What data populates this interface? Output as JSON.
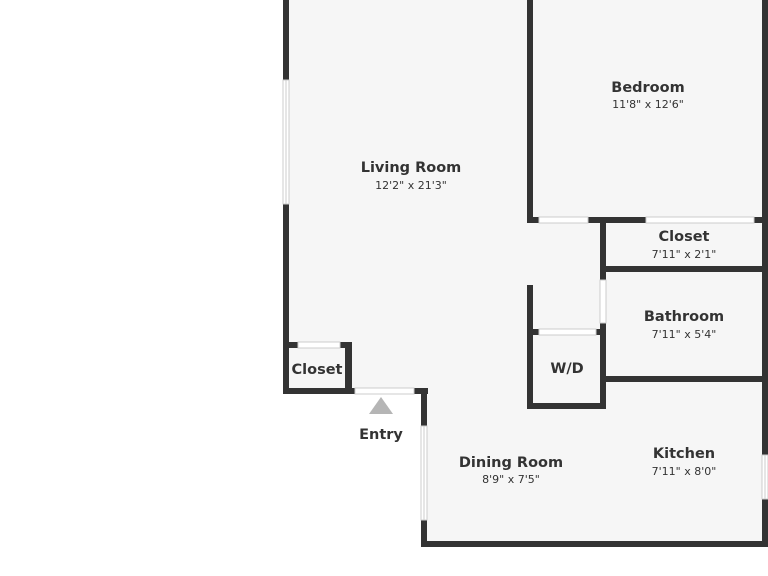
{
  "colors": {
    "wall": "#333333",
    "floor": "#f6f6f6",
    "window": "#ffffff",
    "window_edge": "#cccccc",
    "entry_arrow": "#b5b5b5",
    "text": "#333333"
  },
  "rooms": {
    "living_room": {
      "name": "Living Room",
      "dims": "12'2\" x 21'3\""
    },
    "bedroom": {
      "name": "Bedroom",
      "dims": "11'8\" x 12'6\""
    },
    "bedroom_closet": {
      "name": "Closet",
      "dims": "7'11\" x 2'1\""
    },
    "bathroom": {
      "name": "Bathroom",
      "dims": "7'11\" x 5'4\""
    },
    "washer_dryer": {
      "name": "W/D"
    },
    "entry_closet": {
      "name": "Closet"
    },
    "dining_room": {
      "name": "Dining Room",
      "dims": "8'9\" x 7'5\""
    },
    "kitchen": {
      "name": "Kitchen",
      "dims": "7'11\" x 8'0\""
    }
  },
  "entry": {
    "label": "Entry",
    "icon": "entry-arrow-icon"
  }
}
